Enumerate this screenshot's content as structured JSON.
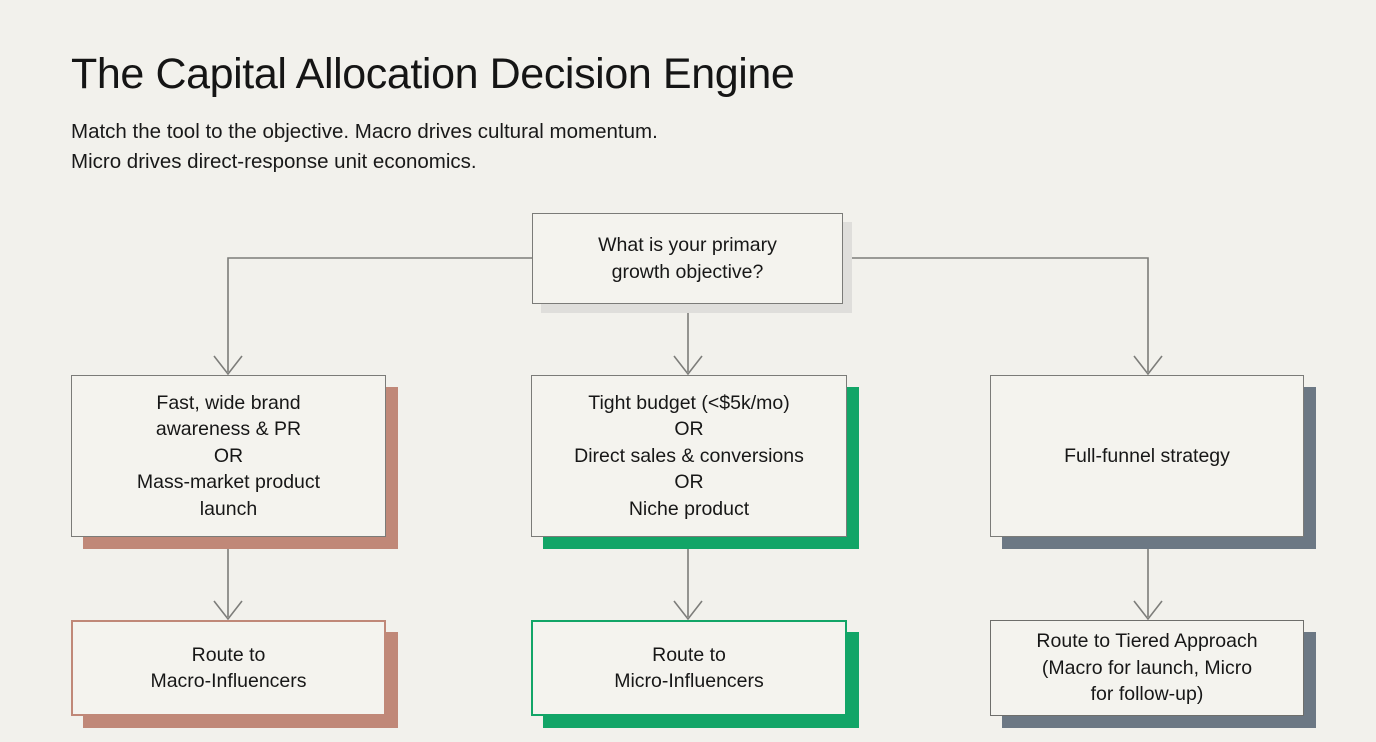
{
  "header": {
    "title": "The Capital Allocation Decision Engine",
    "subtitle": "Match the tool to the objective. Macro drives cultural momentum.\nMicro drives direct-response unit economics."
  },
  "colors": {
    "background": "#f2f1ec",
    "node_fill": "#f4f3ee",
    "node_border": "#7b7b78",
    "macro_accent": "#c08878",
    "micro_accent": "#12a567",
    "tiered_accent": "#6c7884",
    "root_shadow": "#dfdedb",
    "text": "#171717"
  },
  "flowchart": {
    "root": {
      "id": "root-node",
      "label": "What is your primary\ngrowth objective?"
    },
    "branches": [
      {
        "id": "branch-left",
        "accent": "#c08878",
        "condition": "Fast, wide brand\nawareness & PR\nOR\nMass-market product\nlaunch",
        "result": "Route to\nMacro-Influencers"
      },
      {
        "id": "branch-mid",
        "accent": "#12a567",
        "condition": "Tight budget (<$5k/mo)\nOR\nDirect sales & conversions\nOR\nNiche product",
        "result": "Route to\nMicro-Influencers"
      },
      {
        "id": "branch-right",
        "accent": "#6c7884",
        "condition": "Full-funnel strategy",
        "result": "Route to Tiered Approach\n(Macro for launch, Micro\nfor follow-up)"
      }
    ]
  }
}
